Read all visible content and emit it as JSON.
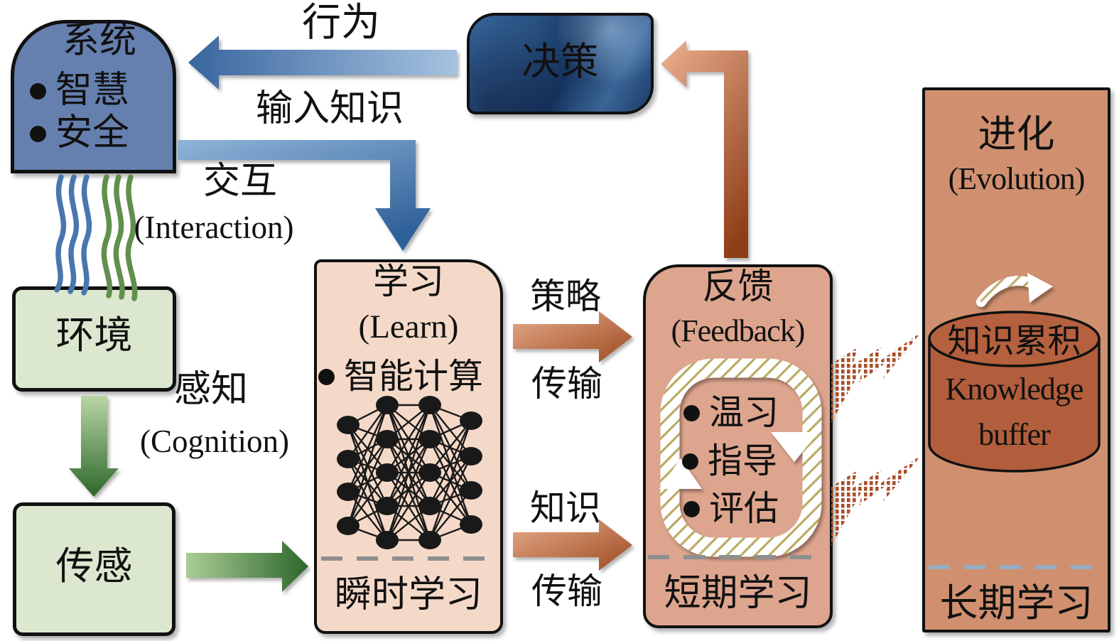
{
  "system_box": {
    "title": "系统",
    "item1": "智慧",
    "item2": "安全"
  },
  "decision_box": {
    "label": "决策"
  },
  "environment_box": {
    "label": "环境"
  },
  "sensing_box": {
    "label": "传感"
  },
  "learn_box": {
    "title": "学习",
    "subtitle": "(Learn)",
    "bullet": "智能计算",
    "footer": "瞬时学习"
  },
  "feedback_box": {
    "title": "反馈",
    "subtitle": "(Feedback)",
    "bullet1": "温习",
    "bullet2": "指导",
    "bullet3": "评估",
    "footer": "短期学习"
  },
  "evolution_box": {
    "title": "进化",
    "subtitle": "(Evolution)",
    "cylinder_line1": "知识累积",
    "cylinder_line2": "Knowledge",
    "cylinder_line3": "buffer",
    "footer": "长期学习"
  },
  "labels": {
    "behavior": "行为",
    "input_knowledge": "输入知识",
    "interaction": "交互",
    "interaction_en": "(Interaction)",
    "cognition": "感知",
    "cognition_en": "(Cognition)",
    "strategy": "策略",
    "strategy_transfer": "传输",
    "knowledge": "知识",
    "knowledge_transfer": "传输"
  },
  "colors": {
    "system_blue": "#6580af",
    "decision_blue_dark": "#16345f",
    "environment_green": "#dbe8cf",
    "learn_pink": "#f5d9c8",
    "feedback_salmon": "#dea58e",
    "evolution_terracotta": "#d0906f",
    "cylinder_brown": "#b25e3c",
    "arrow_blue": "#4a76ae",
    "arrow_green": "#2d682b",
    "arrow_orange": "#a8502a",
    "wave_blue": "#4a76ae",
    "wave_green": "#618f4d",
    "hatch_gold": "#b3a052"
  }
}
